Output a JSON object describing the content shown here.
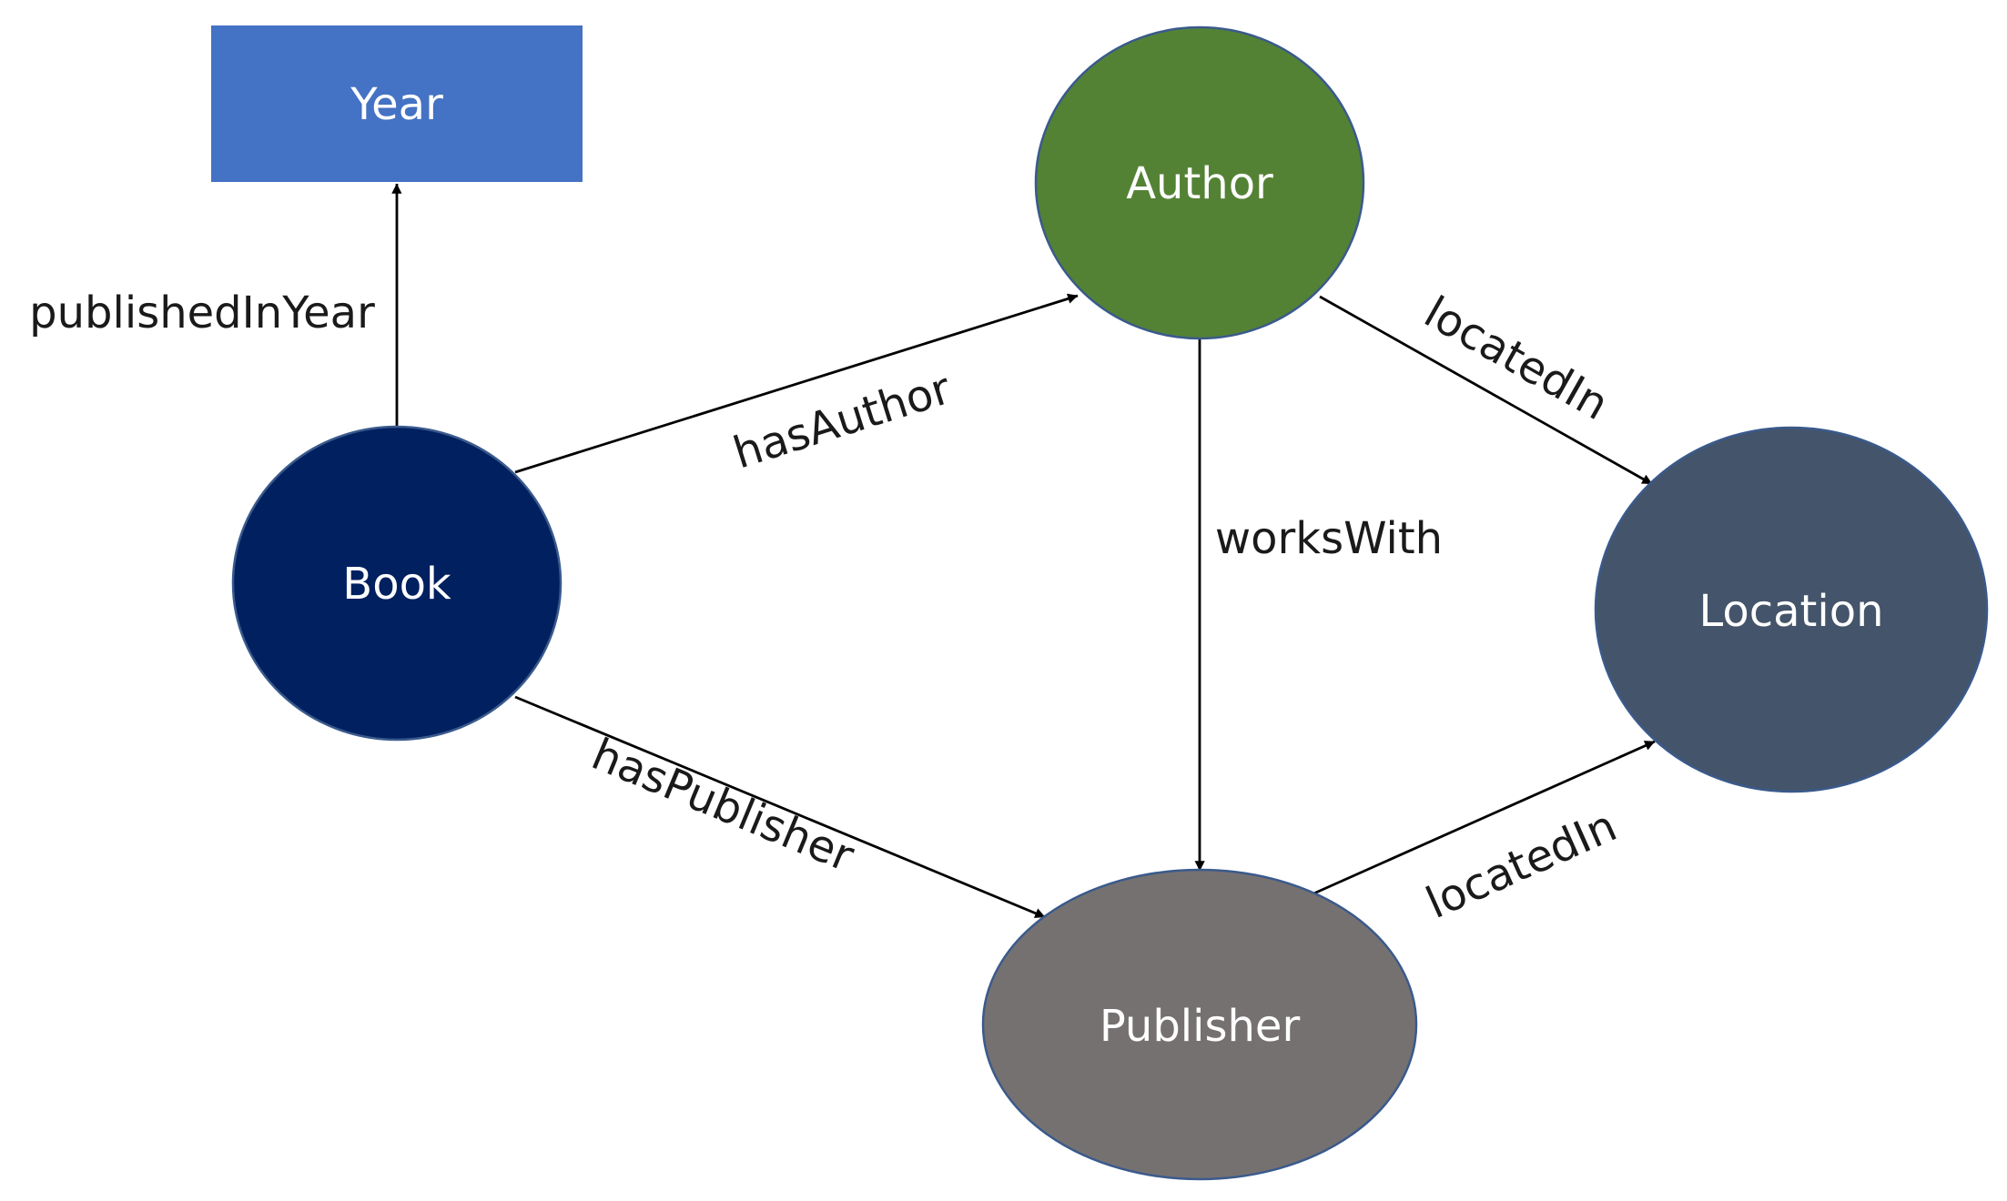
{
  "nodes": {
    "year": {
      "label": "Year",
      "color": "#4472c4",
      "shape": "rectangle"
    },
    "author": {
      "label": "Author",
      "color": "#548235",
      "shape": "ellipse"
    },
    "book": {
      "label": "Book",
      "color": "#002060",
      "shape": "ellipse"
    },
    "location": {
      "label": "Location",
      "color": "#44546a",
      "shape": "ellipse"
    },
    "publisher": {
      "label": "Publisher",
      "color": "#767171",
      "shape": "ellipse"
    }
  },
  "edges": [
    {
      "id": "publishedInYear",
      "label": "publishedInYear",
      "from": "Book",
      "to": "Year"
    },
    {
      "id": "hasAuthor",
      "label": "hasAuthor",
      "from": "Book",
      "to": "Author"
    },
    {
      "id": "hasPublisher",
      "label": "hasPublisher",
      "from": "Book",
      "to": "Publisher"
    },
    {
      "id": "worksWith",
      "label": "worksWith",
      "from": "Author",
      "to": "Publisher"
    },
    {
      "id": "authorLocatedIn",
      "label": "locatedIn",
      "from": "Author",
      "to": "Location"
    },
    {
      "id": "publisherLocatedIn",
      "label": "locatedIn",
      "from": "Publisher",
      "to": "Location"
    }
  ]
}
